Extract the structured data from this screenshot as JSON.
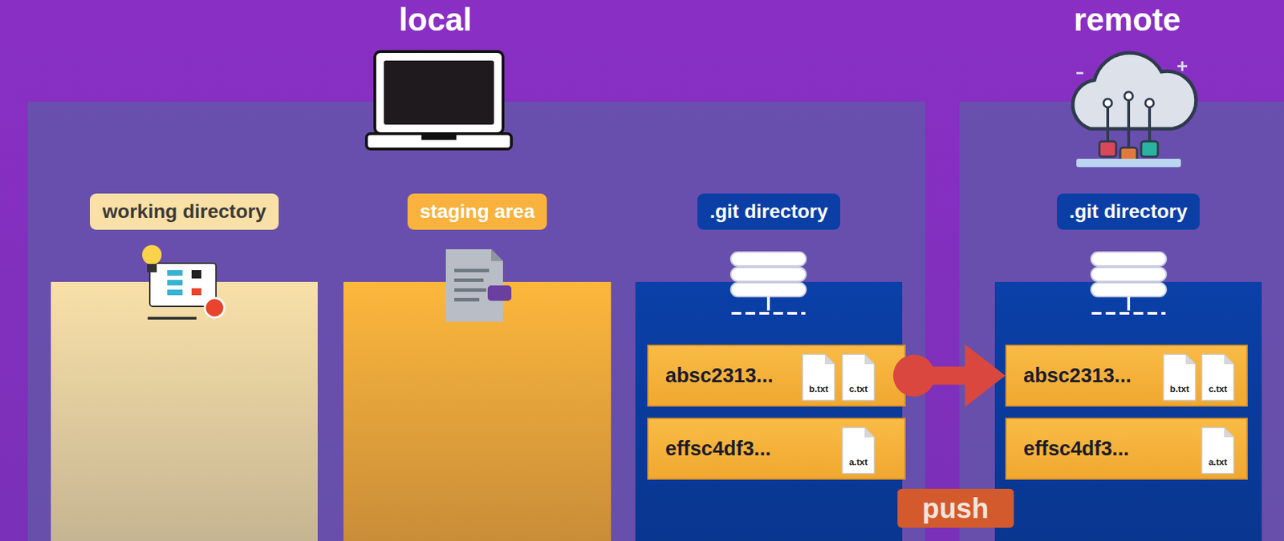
{
  "diagram": {
    "nodes": [
      {
        "text": [
          "local"
        ]
      },
      {
        "text": [
          "working directory"
        ],
        "in": 0
      },
      {
        "text": [
          "staging area"
        ],
        "in": 0
      },
      {
        "text": [
          ".git directory"
        ],
        "in": 0
      },
      {
        "text": [
          "absc2313..."
        ],
        "in": 3
      },
      {
        "text": [
          "b.txt"
        ],
        "in": 4
      },
      {
        "text": [
          "c.txt"
        ],
        "in": 4
      },
      {
        "text": [
          "effsc4df3..."
        ],
        "in": 3
      },
      {
        "text": [
          "a.txt"
        ],
        "in": 7
      },
      {
        "text": [
          "remote"
        ]
      },
      {
        "text": [
          ".git directory"
        ],
        "in": 9
      },
      {
        "text": [
          "absc2313..."
        ],
        "in": 10
      },
      {
        "text": [
          "b.txt"
        ],
        "in": 11
      },
      {
        "text": [
          "c.txt"
        ],
        "in": 11
      },
      {
        "text": [
          "effsc4df3..."
        ],
        "in": 10
      },
      {
        "text": [
          "a.txt"
        ],
        "in": 14
      }
    ],
    "edges": [
      {
        "from": 4,
        "to": 11,
        "arrow": "to",
        "label": "push"
      }
    ]
  }
}
